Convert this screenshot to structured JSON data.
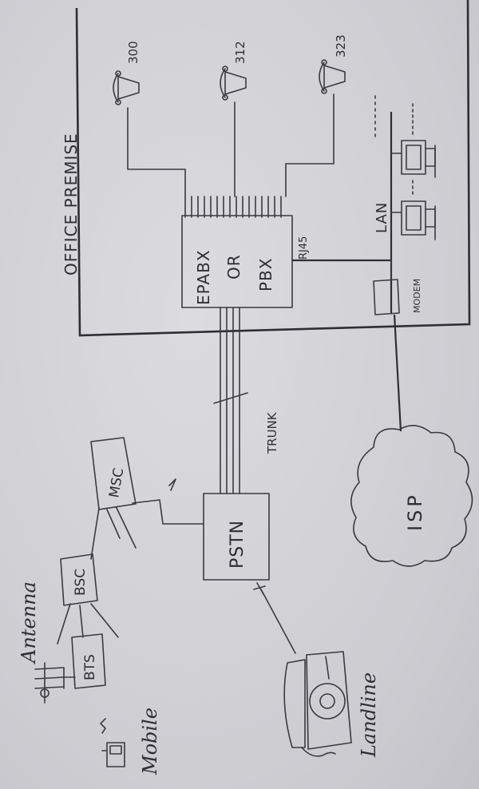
{
  "diagram": {
    "premise_label": "OFFICE PREMISE",
    "pbx": {
      "line1": "EPABX",
      "line2": "OR",
      "line3": "PBX"
    },
    "pstn_label": "PSTN",
    "msc_label": "MSC",
    "bsc_label": "BSC",
    "bts_label": "BTS",
    "isp_label": "ISP",
    "trunk_label": "TRUNK",
    "lan_label": "LAN",
    "rj45_label": "RJ45",
    "modem_label": "MODEM",
    "antenna_label": "Antenna",
    "mobile_label": "Mobile",
    "landline_label": "Landline",
    "extensions": [
      "300",
      "312",
      "323"
    ]
  }
}
